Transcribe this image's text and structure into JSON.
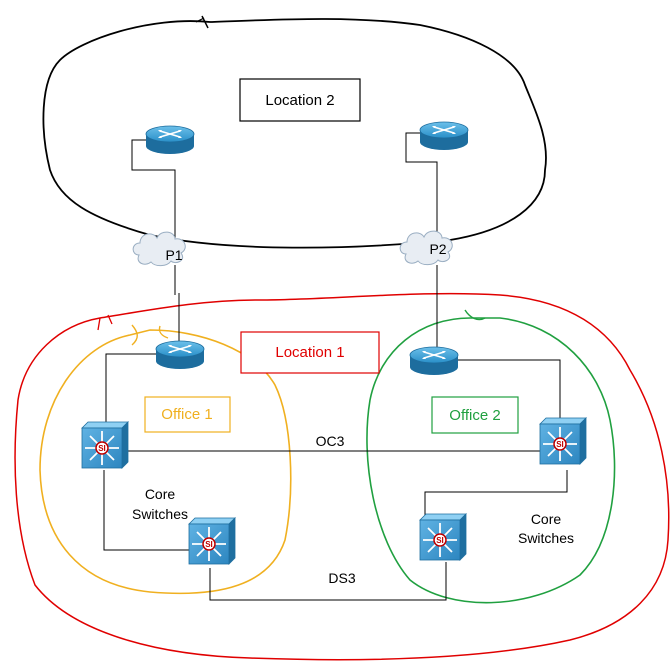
{
  "regions": {
    "location2": {
      "label": "Location 2",
      "color": "#000000"
    },
    "location1": {
      "label": "Location 1",
      "color": "#e00000"
    },
    "office1": {
      "label": "Office 1",
      "color": "#f0b020"
    },
    "office2": {
      "label": "Office 2",
      "color": "#20a040"
    }
  },
  "clouds": {
    "p1": {
      "label": "P1"
    },
    "p2": {
      "label": "P2"
    }
  },
  "links": {
    "oc3": {
      "label": "OC3"
    },
    "ds3": {
      "label": "DS3"
    }
  },
  "groups": {
    "left_core": {
      "line1": "Core",
      "line2": "Switches"
    },
    "right_core": {
      "line1": "Core",
      "line2": "Switches"
    }
  },
  "colors": {
    "router_blue": "#2a8fc8",
    "switch_blue": "#3b9bd3",
    "switch_dark": "#1f6fa0",
    "cloud_fill": "#e8edf3"
  },
  "icons": {
    "router": "router-icon",
    "switch": "multilayer-switch-icon",
    "cloud": "cloud-icon"
  }
}
